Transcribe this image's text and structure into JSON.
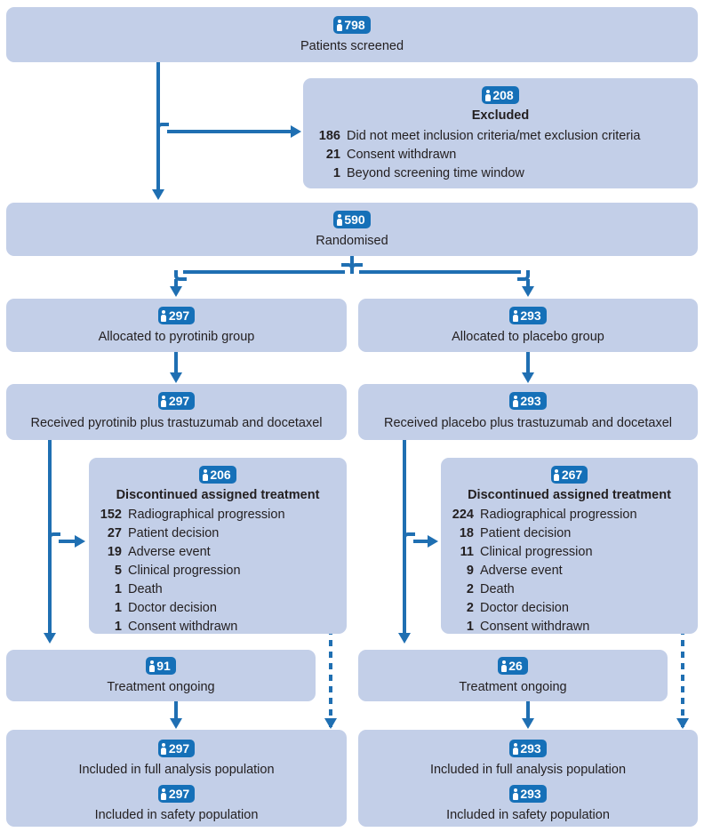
{
  "colors": {
    "box_fill": "#c3cfe8",
    "badge_fill": "#1570b8",
    "connector": "#1f6fb2",
    "text": "#231f20",
    "background": "#ffffff"
  },
  "icon": {
    "person": "person-icon"
  },
  "nodes": {
    "screened": {
      "count": "798",
      "label": "Patients screened"
    },
    "excluded": {
      "count": "208",
      "title": "Excluded",
      "reasons": [
        {
          "n": "186",
          "label": "Did not meet inclusion criteria/met exclusion criteria"
        },
        {
          "n": "21",
          "label": "Consent withdrawn"
        },
        {
          "n": "1",
          "label": "Beyond screening time window"
        }
      ]
    },
    "randomised": {
      "count": "590",
      "label": "Randomised"
    },
    "allocated_left": {
      "count": "297",
      "label": "Allocated to pyrotinib group"
    },
    "allocated_right": {
      "count": "293",
      "label": "Allocated to placebo group"
    },
    "received_left": {
      "count": "297",
      "label": "Received pyrotinib plus trastuzumab and docetaxel"
    },
    "received_right": {
      "count": "293",
      "label": "Received placebo plus trastuzumab and docetaxel"
    },
    "discontinued_left": {
      "count": "206",
      "title": "Discontinued assigned treatment",
      "reasons": [
        {
          "n": "152",
          "label": "Radiographical progression"
        },
        {
          "n": "27",
          "label": "Patient decision"
        },
        {
          "n": "19",
          "label": "Adverse event"
        },
        {
          "n": "5",
          "label": "Clinical progression"
        },
        {
          "n": "1",
          "label": "Death"
        },
        {
          "n": "1",
          "label": "Doctor decision"
        },
        {
          "n": "1",
          "label": "Consent withdrawn"
        }
      ]
    },
    "discontinued_right": {
      "count": "267",
      "title": "Discontinued assigned treatment",
      "reasons": [
        {
          "n": "224",
          "label": "Radiographical progression"
        },
        {
          "n": "18",
          "label": "Patient decision"
        },
        {
          "n": "11",
          "label": "Clinical progression"
        },
        {
          "n": "9",
          "label": "Adverse event"
        },
        {
          "n": "2",
          "label": "Death"
        },
        {
          "n": "2",
          "label": "Doctor decision"
        },
        {
          "n": "1",
          "label": "Consent withdrawn"
        }
      ]
    },
    "ongoing_left": {
      "count": "91",
      "label": "Treatment ongoing"
    },
    "ongoing_right": {
      "count": "26",
      "label": "Treatment ongoing"
    },
    "analysis_left": {
      "fas_count": "297",
      "fas_label": "Included in full analysis population",
      "safety_count": "297",
      "safety_label": "Included in safety population"
    },
    "analysis_right": {
      "fas_count": "293",
      "fas_label": "Included in full analysis population",
      "safety_count": "293",
      "safety_label": "Included in safety population"
    }
  }
}
